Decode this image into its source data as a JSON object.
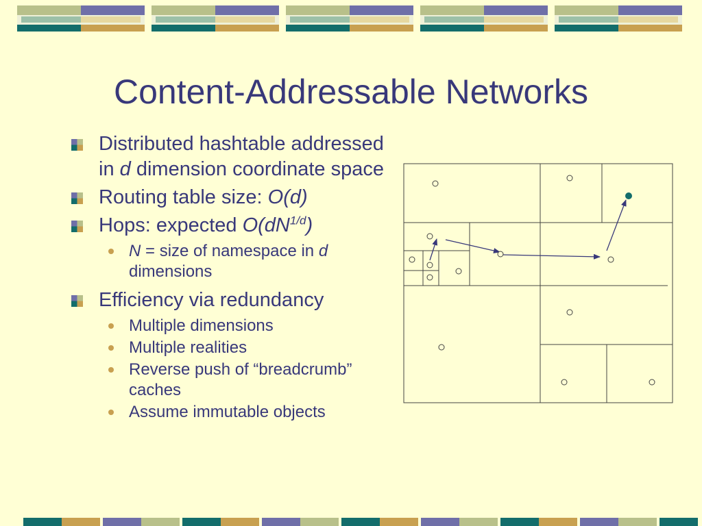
{
  "slide": {
    "title": "Content-Addressable Networks"
  },
  "bullets": {
    "b1": {
      "pre": "Distributed hashtable addressed in ",
      "em": "d",
      "post": " dimension coordinate space"
    },
    "b2": {
      "pre": "Routing table size: ",
      "em": "O(d)"
    },
    "b3": {
      "pre": "Hops: expected ",
      "em": "O(dN",
      "sup": "1/d",
      "close": ")"
    },
    "b3_sub1": {
      "em1": "N",
      "mid": " = size of namespace in ",
      "em2": "d",
      "post": " dimensions"
    },
    "b4": {
      "text": "Efficiency via redundancy"
    },
    "b4_subs": [
      "Multiple dimensions",
      "Multiple realities",
      "Reverse push of “breadcrumb” caches",
      "Assume immutable objects"
    ]
  },
  "colors": {
    "background": "#ffffd5",
    "text": "#38387a",
    "teal": "#136d6b",
    "purple": "#6f6fa8",
    "gold": "#c8a050",
    "sage": "#b8c08a",
    "sub_bullet": "#c8a050"
  }
}
